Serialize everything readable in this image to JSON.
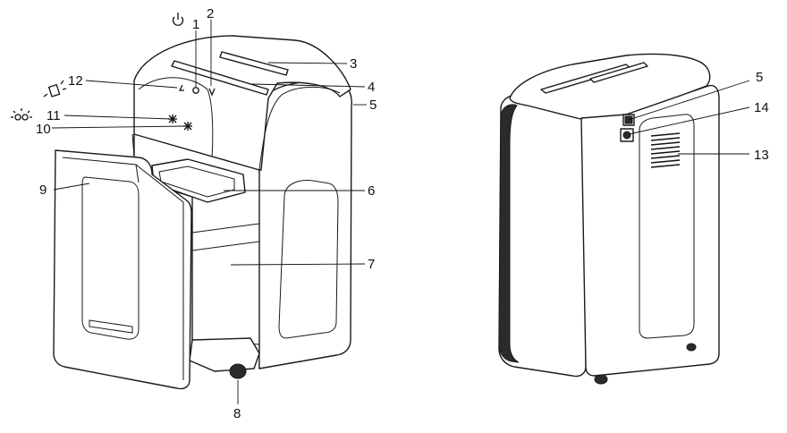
{
  "callouts": {
    "c1": "1",
    "c2": "2",
    "c3": "3",
    "c4": "4",
    "c5": "5",
    "c6": "6",
    "c7": "7",
    "c8": "8",
    "c9": "9",
    "c10": "10",
    "c11": "11",
    "c12": "12",
    "c13": "13",
    "c14": "14",
    "c5b": "5"
  },
  "icons": [
    "power-icon",
    "paper-jam-icon",
    "overheat-icon"
  ]
}
